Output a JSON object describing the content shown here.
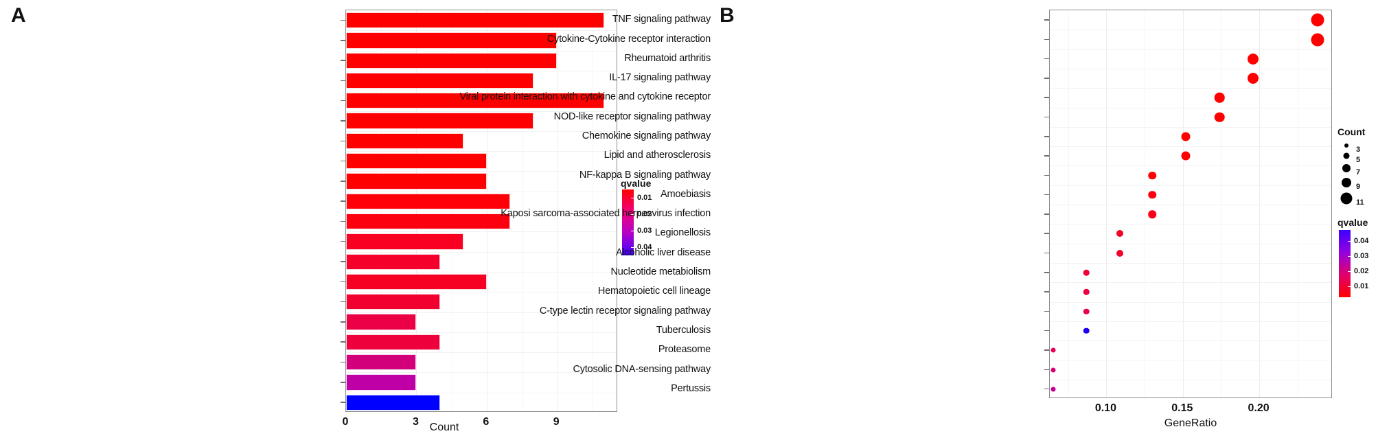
{
  "figure": {
    "panel_a_letter": "A",
    "panel_b_letter": "B"
  },
  "chart_data": [
    {
      "panel": "A",
      "type": "bar",
      "orientation": "horizontal",
      "title": "",
      "xlabel": "Count",
      "ylabel": "",
      "xlim": [
        0,
        11.6
      ],
      "xticks": [
        0,
        3,
        6,
        9
      ],
      "xticklabels": [
        "0",
        "3",
        "6",
        "9"
      ],
      "grid": true,
      "categories": [
        "TNF signaling pathway",
        "Rheumatoid arthritis",
        "IL-17  signaling pathway",
        "Viral protein interaction with cytokine and cytokine receptor",
        "Cytokine-Cytokine receptor interaction",
        "NOD-like receptor signaling pathway",
        "Legionellosis",
        "NF-kappa B signaling pathway",
        "Amoebiasis",
        "Chemokine signaling  pathway",
        "Lipid and atherosclerosis",
        "Alcoholic liver disease",
        "Nucleotide metabiolism",
        "Kaposi sarcoma-associated herpesvirus infection",
        "Hematopoietic cell lineage",
        "Proteasome",
        "C-type lectin receptor signaling pathway",
        "Cytosolic DNA-sensing pathway",
        "Pertussis",
        "Tuberculosis"
      ],
      "values": [
        11,
        9,
        9,
        8,
        11,
        8,
        5,
        6,
        6,
        7,
        7,
        5,
        4,
        6,
        4,
        3,
        4,
        3,
        3,
        4
      ],
      "bar_colors": [
        "#FF0000",
        "#FF0000",
        "#FF0000",
        "#FF0000",
        "#FF0000",
        "#FF0000",
        "#FF0000",
        "#FF0000",
        "#FF0000",
        "#FF0008",
        "#FD0010",
        "#F70022",
        "#F4002A",
        "#F60024",
        "#F2002F",
        "#EB0045",
        "#EE003C",
        "#D2007A",
        "#BE00A6",
        "#0000FF"
      ],
      "legend": {
        "title": "qvalue",
        "position": "right",
        "orientation": "vertical",
        "top_color": "#FF0000",
        "bottom_color": "#3E00FF",
        "ticks": [
          "0.01",
          "0.02",
          "0.03",
          "0.04"
        ],
        "top_value": "0.01",
        "bottom_value": "0.04"
      }
    },
    {
      "panel": "B",
      "type": "scatter",
      "title": "",
      "xlabel": "GeneRatio",
      "ylabel": "",
      "xlim": [
        0.063,
        0.248
      ],
      "xticks": [
        0.1,
        0.15,
        0.2
      ],
      "xticklabels": [
        "0.10",
        "0.15",
        "0.20"
      ],
      "grid": true,
      "categories": [
        "TNF signaling pathway",
        "Cytokine-Cytokine receptor interaction",
        "Rheumatoid arthritis",
        "IL-17 signaling pathway",
        "Viral protein interaction with cytokine and cytokine receptor",
        "NOD-like receptor signaling pathway",
        "Chemokine signaling pathway",
        "Lipid and atherosclerosis",
        "NF-kappa B signaling pathway",
        "Amoebiasis",
        "Kaposi sarcoma-associated herpesvirus infection",
        "Legionellosis",
        "Alcoholic liver disease",
        "Nucleotide metabiolism",
        "Hematopoietic cell lineage",
        "C-type lectin receptor signaling pathway",
        "Tuberculosis",
        "Proteasome",
        "Cytosolic DNA-sensing pathway",
        "Pertussis"
      ],
      "gene_ratio": [
        0.238,
        0.238,
        0.196,
        0.196,
        0.174,
        0.174,
        0.152,
        0.152,
        0.13,
        0.13,
        0.13,
        0.109,
        0.109,
        0.087,
        0.087,
        0.087,
        0.087,
        0.065,
        0.065,
        0.065
      ],
      "count": [
        11,
        11,
        9,
        9,
        8,
        8,
        7,
        7,
        6,
        6,
        6,
        5,
        5,
        4,
        4,
        4,
        4,
        3,
        3,
        3
      ],
      "qvalue_colors": [
        "#FF0000",
        "#FF0000",
        "#FF0000",
        "#FF0000",
        "#FF0000",
        "#FF0000",
        "#FF0000",
        "#FF0000",
        "#FF0005",
        "#FC0010",
        "#F9001B",
        "#F40029",
        "#F2002F",
        "#F00036",
        "#ED0041",
        "#EA004C",
        "#2000F0",
        "#E80057",
        "#D60073",
        "#C4008F"
      ],
      "size_legend": {
        "title": "Count",
        "values": [
          "3",
          "5",
          "7",
          "9",
          "11"
        ],
        "diameters": [
          6,
          9,
          12,
          14,
          17
        ]
      },
      "color_legend": {
        "title": "qvalue",
        "position": "right",
        "orientation": "vertical",
        "top_color": "#3E00FF",
        "bottom_color": "#FF0000",
        "ticks": [
          "0.04",
          "0.03",
          "0.02",
          "0.01"
        ],
        "top_value": "0.04",
        "bottom_value": "0.01"
      }
    }
  ]
}
